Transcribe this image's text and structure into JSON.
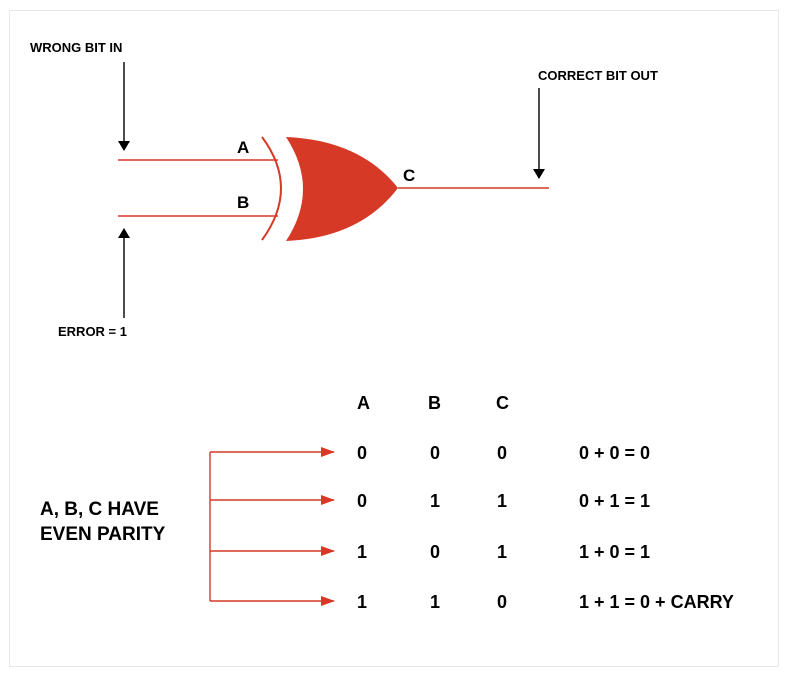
{
  "labels": {
    "wrong_bit_in": "WRONG BIT IN",
    "correct_bit_out": "CORRECT BIT OUT",
    "error": "ERROR = 1",
    "input_a": "A",
    "input_b": "B",
    "output_c": "C",
    "parity_line1": "A, B, C HAVE",
    "parity_line2": "EVEN PARITY"
  },
  "table": {
    "headers": [
      "A",
      "B",
      "C"
    ],
    "rows": [
      {
        "a": "0",
        "b": "0",
        "c": "0",
        "sum": "0 + 0 = 0"
      },
      {
        "a": "0",
        "b": "1",
        "c": "1",
        "sum": "0 + 1 = 1"
      },
      {
        "a": "1",
        "b": "0",
        "c": "1",
        "sum": "1 + 0 = 1"
      },
      {
        "a": "1",
        "b": "1",
        "c": "0",
        "sum": "1 + 1 = 0 + CARRY"
      }
    ]
  },
  "colors": {
    "gate_fill": "#d63a27",
    "wire": "#d63a27",
    "arrow": "#000000",
    "text": "#000000"
  },
  "icons": {
    "gate": "xor-gate-icon",
    "pointer": "arrow-down-icon",
    "pointer_up": "arrow-up-icon",
    "row_arrow": "arrow-right-icon"
  }
}
